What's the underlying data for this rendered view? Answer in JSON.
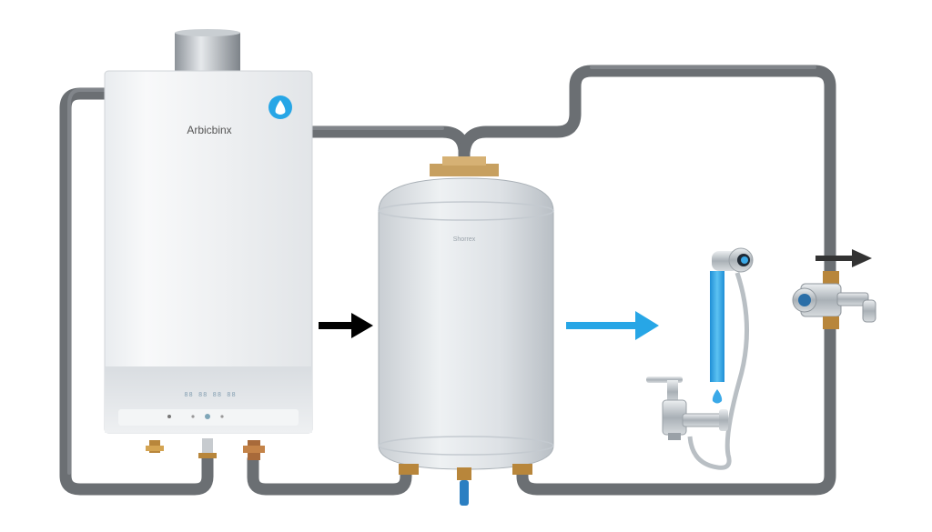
{
  "heater": {
    "brand_text": "Arbicbinx",
    "control_panel_text": "88 88 88 88",
    "logo_icon": "water-drop-icon"
  },
  "tank": {
    "brand_text": "Shorrex"
  },
  "flows": [
    {
      "name": "flow-arrow-heater-to-tank",
      "color": "#000000"
    },
    {
      "name": "flow-arrow-tank-to-faucet",
      "color": "#27a6e6"
    },
    {
      "name": "flow-arrow-outlet",
      "color": "#333333"
    }
  ],
  "colors": {
    "pipe": "#6b6f73",
    "accent_blue": "#27a6e6",
    "brass": "#b8863b",
    "water": "#3aa9e8"
  }
}
